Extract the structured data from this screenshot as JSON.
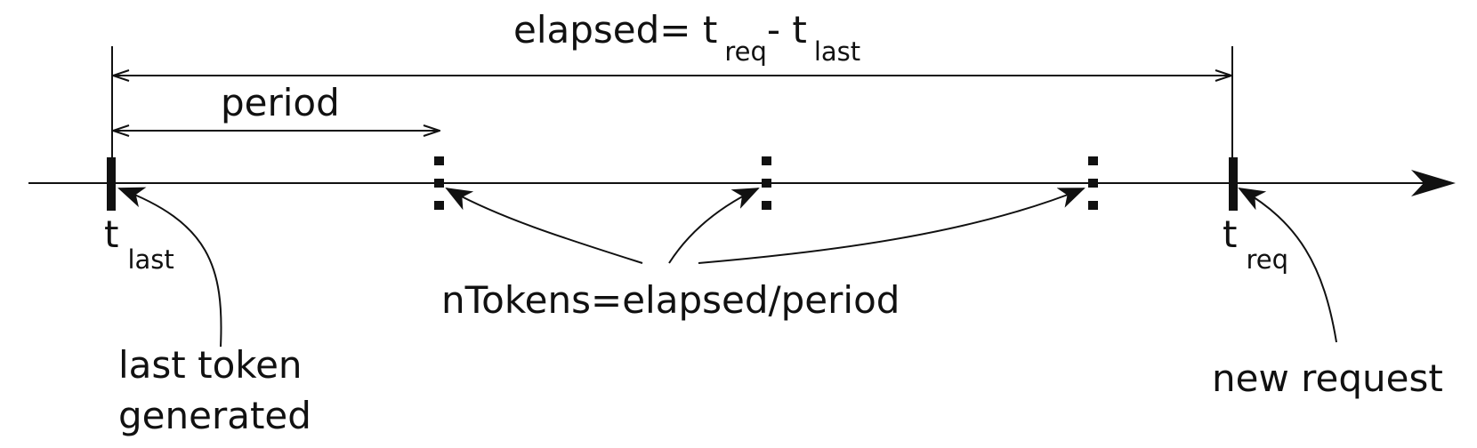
{
  "formula": {
    "lhs": "elapsed= t",
    "sub1": "req",
    "mid": "- t",
    "sub2": "last"
  },
  "period_label": "period",
  "t_last": {
    "base": "t",
    "sub": "last"
  },
  "t_req": {
    "base": "t",
    "sub": "req"
  },
  "ntokens_label": "nTokens=elapsed/period",
  "last_token_label": {
    "line1": "last token",
    "line2": "generated"
  },
  "new_request_label": "new request",
  "colors": {
    "ink": "#111111",
    "background": "#ffffff"
  }
}
